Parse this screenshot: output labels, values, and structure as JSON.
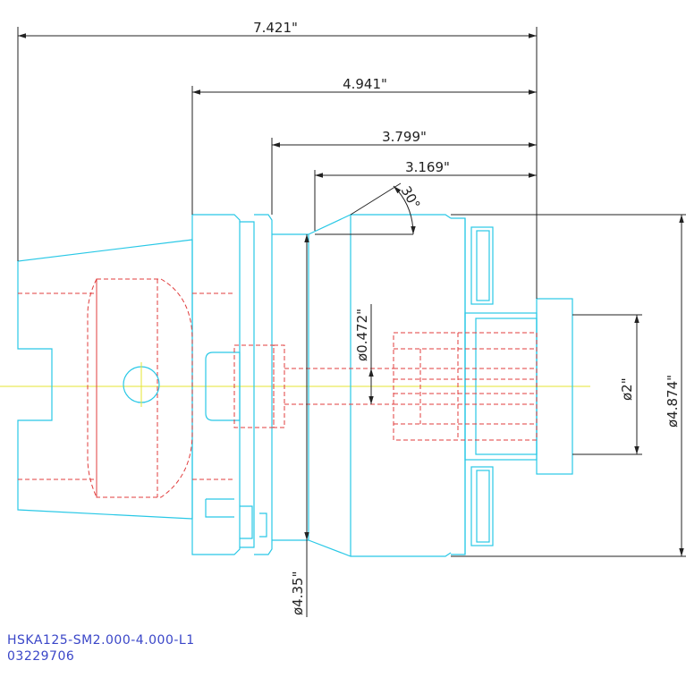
{
  "colors": {
    "outline": "#29c8e6",
    "hidden": "#e03c3c",
    "centerline": "#e6e632",
    "dimension": "#222222",
    "caption": "#3a46c8"
  },
  "dimensions": {
    "overall_length": "7.421\"",
    "length_flange": "4.941\"",
    "length_body": "3.799\"",
    "length_nose": "3.169\"",
    "chamfer_angle": "30°",
    "bore_dia": "ø0.472\"",
    "shank_dia": "ø2\"",
    "body_dia": "ø4.874\"",
    "neck_dia": "ø4.35\""
  },
  "caption": {
    "part_number": "HSKA125-SM2.000-4.000-L1",
    "item_number": "03229706"
  }
}
